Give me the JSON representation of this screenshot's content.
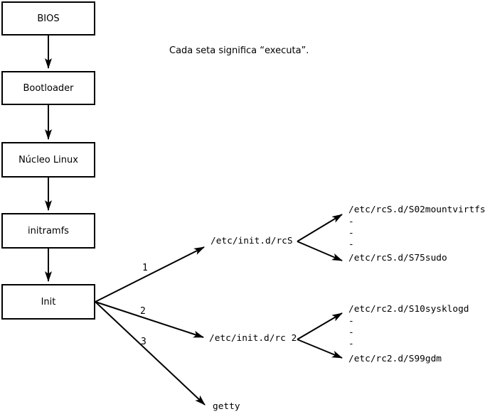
{
  "note": "Cada seta significa “executa”.",
  "flow": {
    "boxes": [
      {
        "label": "BIOS"
      },
      {
        "label": "Bootloader"
      },
      {
        "label": "Núcleo Linux"
      },
      {
        "label": "initramfs"
      },
      {
        "label": "Init"
      }
    ]
  },
  "branches": [
    {
      "number": "1",
      "target": "/etc/init.d/rcS",
      "scripts": {
        "first": "/etc/rcS.d/S02mountvirtfs",
        "dots": [
          "-",
          "-",
          "-"
        ],
        "last": "/etc/rcS.d/S75sudo"
      }
    },
    {
      "number": "2",
      "target": "/etc/init.d/rc 2",
      "scripts": {
        "first": "/etc/rc2.d/S10sysklogd",
        "dots": [
          "-",
          "-",
          "-"
        ],
        "last": "/etc/rc2.d/S99gdm"
      }
    },
    {
      "number": "3",
      "target": "getty"
    }
  ],
  "colors": {
    "background": "#ffffff",
    "line": "#000000",
    "text": "#000000"
  }
}
